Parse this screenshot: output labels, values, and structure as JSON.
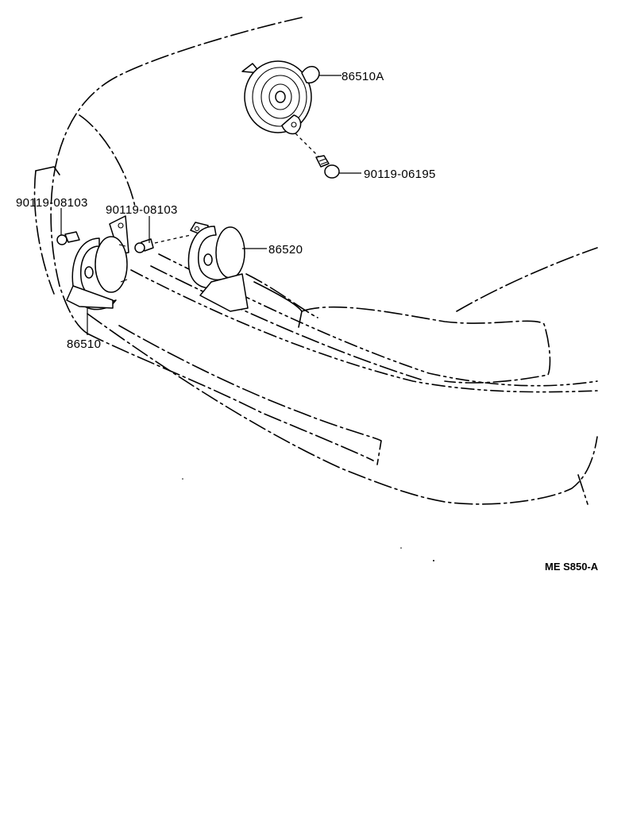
{
  "diagram": {
    "labels": {
      "bolt_left": "90119-08103",
      "bolt_right": "90119-08103",
      "horn_low": "86510",
      "horn_high": "86520",
      "horn_alt": "86510A",
      "bolt_alt": "90119-06195"
    },
    "drawing_code": "ME S850-A"
  }
}
